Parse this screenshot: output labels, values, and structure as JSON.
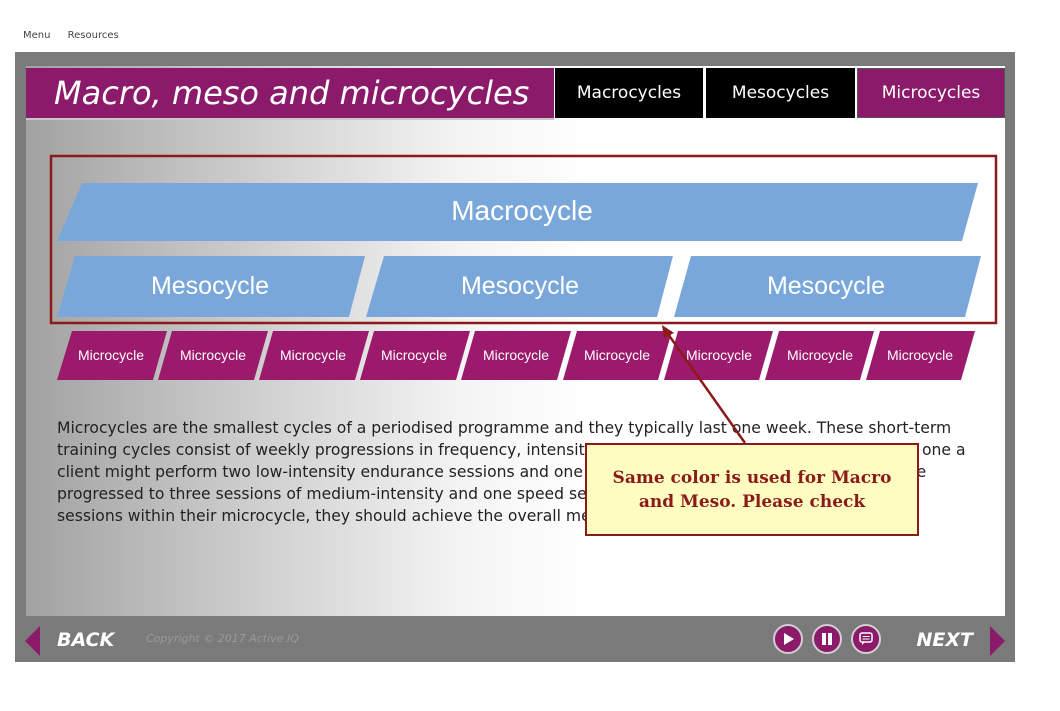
{
  "top_menu": {
    "menu": "Menu",
    "resources": "Resources"
  },
  "header": {
    "title": "Macro, meso and microcycles",
    "tabs": [
      "Macrocycles",
      "Mesocycles",
      "Microcycles"
    ],
    "active_tab": "Microcycles"
  },
  "diagram": {
    "macro_label": "Macrocycle",
    "meso_labels": [
      "Mesocycle",
      "Mesocycle",
      "Mesocycle"
    ],
    "micro_labels": [
      "Microcycle",
      "Microcycle",
      "Microcycle",
      "Microcycle",
      "Microcycle",
      "Microcycle",
      "Microcycle",
      "Microcycle",
      "Microcycle"
    ],
    "colors": {
      "macro_meso": "#7aa7d9",
      "micro": "#9c1a6c",
      "highlight_border": "#8b1a1a"
    }
  },
  "body_text": "Microcycles are the smallest cycles of a periodised programme and they typically last one week. These short-term training cycles consist of weekly progressions in frequency, intensity, and volume manipulations (e.g. in week one a client might perform two low-intensity endurance sessions and one speed session; in week four they may have progressed to three sessions of medium-intensity and one speed session per week). If the client performs all sessions within their microcycle, they should achieve the overall mesocycle goal.",
  "review_note": "Same color is used for Macro and Meso. Please check",
  "footer": {
    "back_label": "BACK",
    "next_label": "NEXT",
    "copyright": "Copyright © 2017 Active IQ",
    "icons": [
      "play-icon",
      "pause-icon",
      "comment-icon"
    ]
  }
}
